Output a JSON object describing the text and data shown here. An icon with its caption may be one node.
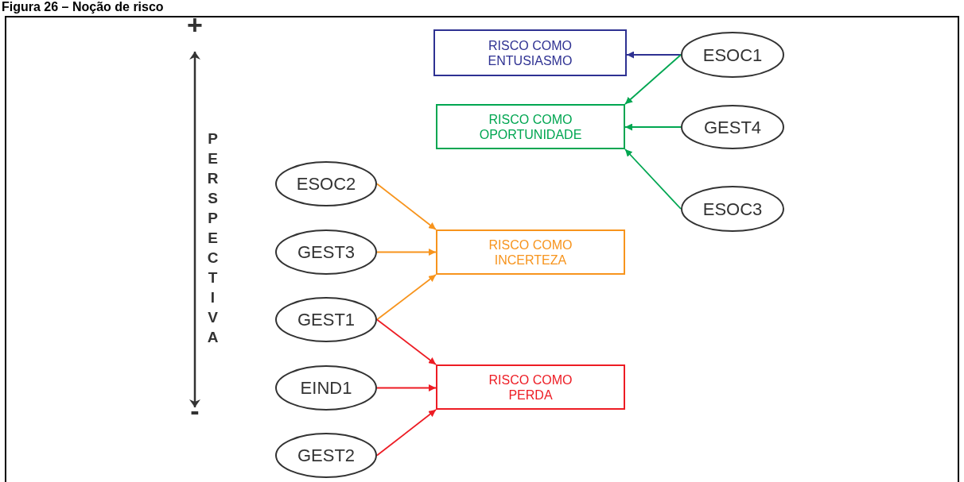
{
  "diagram": {
    "title": "Figura 26 – Noção de risco",
    "nodes": [
      {
        "text": [
          "RISCO COMO ENTUSIASMO"
        ]
      },
      {
        "text": [
          "ESOC1"
        ]
      },
      {
        "text": [
          "RISCO COMO OPORTUNIDADE"
        ]
      },
      {
        "text": [
          "GEST4"
        ]
      },
      {
        "text": [
          "ESOC3"
        ]
      },
      {
        "text": [
          "ESOC2"
        ]
      },
      {
        "text": [
          "RISCO COMO INCERTEZA"
        ]
      },
      {
        "text": [
          "GEST3"
        ]
      },
      {
        "text": [
          "GEST1"
        ]
      },
      {
        "text": [
          "EIND1"
        ]
      },
      {
        "text": [
          "RISCO COMO PERDA"
        ]
      },
      {
        "text": [
          "GEST2"
        ]
      }
    ],
    "edges": [
      {
        "from": 1,
        "to": 0,
        "arrow": "to",
        "color": "#2e3192"
      },
      {
        "from": 1,
        "to": 2,
        "arrow": "to",
        "color": "#00a651"
      },
      {
        "from": 3,
        "to": 2,
        "arrow": "to",
        "color": "#00a651"
      },
      {
        "from": 4,
        "to": 2,
        "arrow": "to",
        "color": "#00a651"
      },
      {
        "from": 5,
        "to": 6,
        "arrow": "to",
        "color": "#f7941d"
      },
      {
        "from": 7,
        "to": 6,
        "arrow": "to",
        "color": "#f7941d"
      },
      {
        "from": 8,
        "to": 6,
        "arrow": "to",
        "color": "#f7941d"
      },
      {
        "from": 8,
        "to": 10,
        "arrow": "to",
        "color": "#ed1c24"
      },
      {
        "from": 9,
        "to": 10,
        "arrow": "to",
        "color": "#ed1c24"
      },
      {
        "from": 11,
        "to": 10,
        "arrow": "to",
        "color": "#ed1c24"
      }
    ],
    "labels": [
      "+",
      "PERSPECTIVA",
      "-"
    ]
  }
}
